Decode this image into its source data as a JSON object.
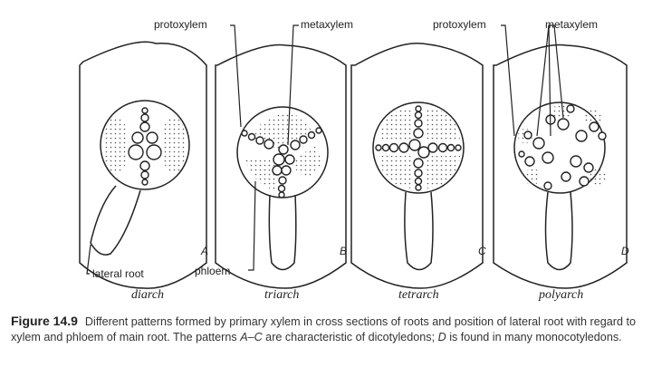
{
  "figure": {
    "number": "Figure 14.9",
    "caption_parts": [
      "Different patterns formed by primary xylem in cross sections of roots and position of lateral root with regard to xylem and phloem of main root. The patterns ",
      "A–C",
      " are characteristic of dicotyledons; ",
      "D",
      " is found in many monocotyledons."
    ]
  },
  "labels": {
    "protoxylem_1": "protoxylem",
    "metaxylem_1": "metaxylem",
    "protoxylem_2": "protoxylem",
    "metaxylem_2": "metaxylem",
    "lateral_root": "lateral root",
    "phloem": "phloem"
  },
  "panels": [
    {
      "letter": "A",
      "type": "diarch"
    },
    {
      "letter": "B",
      "type": "triarch"
    },
    {
      "letter": "C",
      "type": "tetrarch"
    },
    {
      "letter": "D",
      "type": "polyarch"
    }
  ],
  "colors": {
    "line": "#222222",
    "dots": "#555555",
    "background": "#ffffff"
  }
}
